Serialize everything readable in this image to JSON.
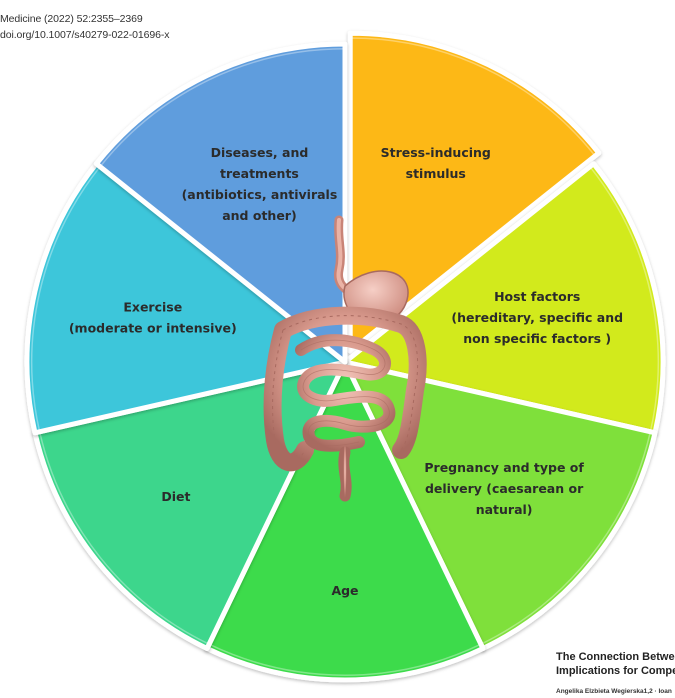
{
  "header": {
    "lines": [
      "Medicine (2022) 52:2355–2369",
      "doi.org/10.1007/s40279-022-01696-x"
    ]
  },
  "footer": {
    "title_lines": [
      "The Connection Between",
      "Implications for Competi"
    ],
    "author": "Angelika Elzbieta Wegierska1,2 · Ioan"
  },
  "segments": [
    {
      "id": "stress",
      "lines": [
        "Stress-inducing",
        "stimulus"
      ],
      "color": "#FDB813"
    },
    {
      "id": "host",
      "lines": [
        "Host factors",
        "(hereditary, specific and",
        "non specific factors )"
      ],
      "color": "#D2EA1A"
    },
    {
      "id": "pregnancy",
      "lines": [
        "Pregnancy and type of",
        "delivery (caesarean  or",
        "natural)"
      ],
      "color": "#7FE03A"
    },
    {
      "id": "age",
      "lines": [
        "Age"
      ],
      "color": "#3DDB4C"
    },
    {
      "id": "diet",
      "lines": [
        "Diet"
      ],
      "color": "#3DD68C"
    },
    {
      "id": "exercise",
      "lines": [
        "Exercise",
        "(moderate or intensive)"
      ],
      "color": "#3CC6DA"
    },
    {
      "id": "diseases",
      "lines": [
        "Diseases, and",
        "treatments",
        "(antibiotics, antivirals",
        "and other)"
      ],
      "color": "#5F9DDD"
    }
  ],
  "center_image": "gut-icon"
}
